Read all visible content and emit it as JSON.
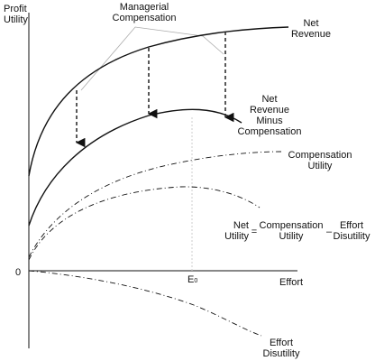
{
  "diagram": {
    "y_axis_label": "Profit\nUtility",
    "x_axis_label": "Effort",
    "origin_label": "0",
    "e0_label": "E",
    "e0_subscript": "0",
    "curves": {
      "net_revenue": "Net\nRevenue",
      "managerial_compensation": "Managerial\nCompensation",
      "net_revenue_minus_compensation": "Net\nRevenue\nMinus\nCompensation",
      "compensation_utility": "Compensation\nUtility",
      "effort_disutility": "Effort\nDisutility"
    },
    "equation": {
      "left": "Net\nUtility",
      "equals": "=",
      "term1": "Compensation\nUtility",
      "minus": "–",
      "term2": "Effort\nDisutility"
    }
  },
  "colors": {
    "line": "#111111",
    "dashed": "#222222",
    "leader": "#aaaaaa",
    "guide": "#cccccc"
  }
}
